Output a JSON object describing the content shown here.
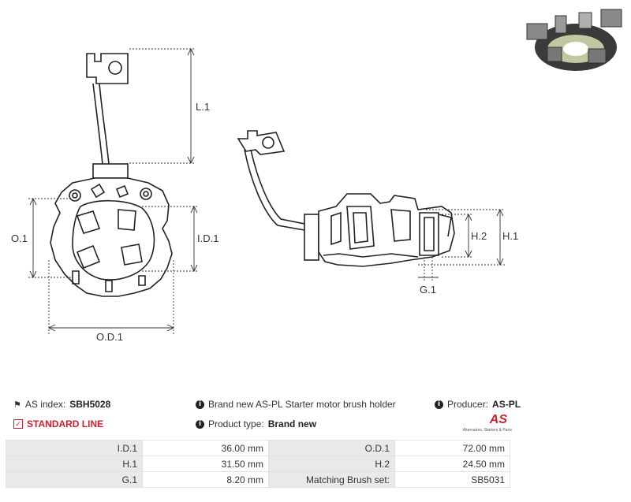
{
  "drawing": {
    "dims": {
      "l1": "L.1",
      "o1": "O.1",
      "i_d1": "I.D.1",
      "o_d1": "O.D.1",
      "h1": "H.1",
      "h2": "H.2",
      "g1": "G.1"
    }
  },
  "info": {
    "as_index_label": "AS index:",
    "as_index_value": "SBH5028",
    "standard_line": "STANDARD LINE",
    "description": "Brand new AS-PL Starter motor brush holder",
    "product_type_label": "Product type:",
    "product_type_value": "Brand new",
    "producer_label": "Producer:",
    "producer_value": "AS-PL",
    "logo_text": "AS",
    "logo_tagline": "Alternators, Starters & Parts"
  },
  "specs": [
    [
      "I.D.1",
      "36.00 mm",
      "O.D.1",
      "72.00 mm"
    ],
    [
      "H.1",
      "31.50 mm",
      "H.2",
      "24.50 mm"
    ],
    [
      "G.1",
      "8.20 mm",
      "Matching Brush set:",
      "SB5031"
    ]
  ],
  "colors": {
    "accent": "#d0202e",
    "line": "#222222",
    "dim": "#333333"
  }
}
